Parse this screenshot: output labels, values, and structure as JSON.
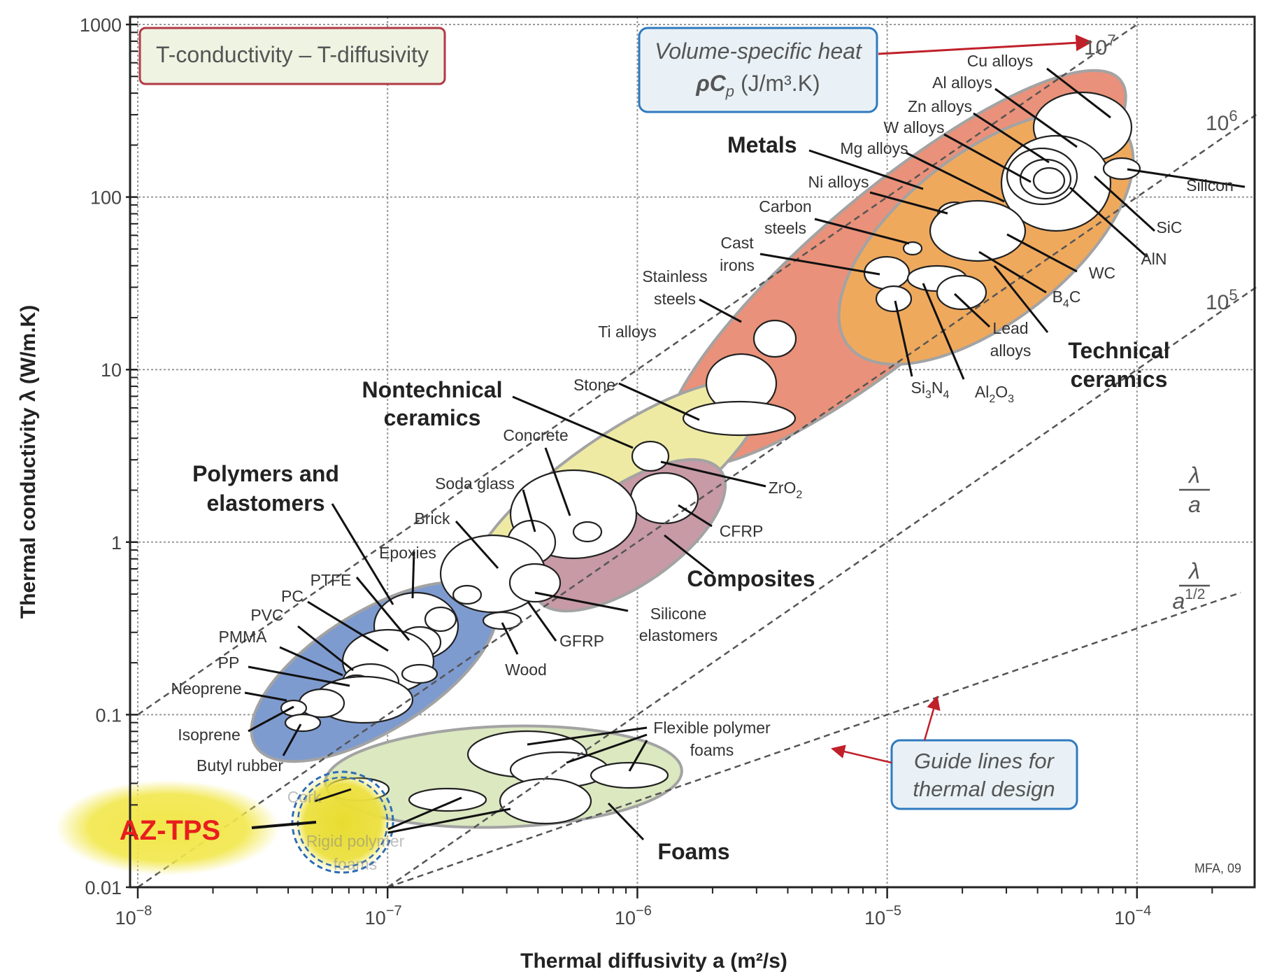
{
  "chart_data": {
    "type": "scatter",
    "x_scale": "log",
    "y_scale": "log",
    "xlim": [
      1e-08,
      0.0003
    ],
    "ylim": [
      0.01,
      1000
    ],
    "grid": true,
    "xlabel": "Thermal diffusivity a (m²/s)",
    "ylabel": "Thermal conductivity λ (W/m.K)",
    "x_ticks": [
      {
        "value": 1e-08,
        "base": "10",
        "exp": "−8"
      },
      {
        "value": 1e-07,
        "base": "10",
        "exp": "−7"
      },
      {
        "value": 1e-06,
        "base": "10",
        "exp": "−6"
      },
      {
        "value": 1e-05,
        "base": "10",
        "exp": "−5"
      },
      {
        "value": 0.0001,
        "base": "10",
        "exp": "−4"
      }
    ],
    "y_ticks": [
      {
        "value": 0.01,
        "label": "0.01"
      },
      {
        "value": 0.1,
        "label": "0.1"
      },
      {
        "value": 1,
        "label": "1"
      },
      {
        "value": 10,
        "label": "10"
      },
      {
        "value": 100,
        "label": "100"
      },
      {
        "value": 1000,
        "label": "1000"
      }
    ],
    "title_box": "T-conductivity – T-diffusivity",
    "heat_box": {
      "line1": "Volume-specific heat",
      "line2": "ρC",
      "sub": "p",
      "line2_units": " (J/m³.K)"
    },
    "guide_box": {
      "line1": "Guide lines for",
      "line2": "thermal design"
    },
    "guide_lines": [
      {
        "label_base": "10",
        "label_exp": "7",
        "product": 10000000.0
      },
      {
        "label_base": "10",
        "label_exp": "6",
        "product": 1000000.0
      },
      {
        "label_base": "10",
        "label_exp": "5",
        "product": 100000.0
      }
    ],
    "guide_eq_1": {
      "num": "λ",
      "den": "a"
    },
    "guide_eq_2": {
      "num": "λ",
      "den": "a",
      "den_exp": "1/2"
    },
    "credit": "MFA, 09",
    "families": [
      {
        "name": "Metals",
        "color": "#e9917a"
      },
      {
        "name": "Technical ceramics",
        "color": "#efa95d"
      },
      {
        "name": "Nontechnical ceramics",
        "color": "#efeaa3"
      },
      {
        "name": "Composites",
        "color": "#c79aa6"
      },
      {
        "name": "Polymers and elastomers",
        "color": "#7e9bd0"
      },
      {
        "name": "Foams",
        "color": "#dbe8c0"
      }
    ],
    "family_labels": {
      "metals": "Metals",
      "tech1": "Technical",
      "tech2": "ceramics",
      "nontech1": "Nontechnical",
      "nontech2": "ceramics",
      "poly1": "Polymers and",
      "poly2": "elastomers",
      "composites": "Composites",
      "foams": "Foams"
    },
    "materials": {
      "cu": "Cu alloys",
      "al": "Al alloys",
      "zn": "Zn alloys",
      "w": "W alloys",
      "mg": "Mg alloys",
      "ni": "Ni alloys",
      "carbon1": "Carbon",
      "carbon2": "steels",
      "cast1": "Cast",
      "cast2": "irons",
      "stainless1": "Stainless",
      "stainless2": "steels",
      "ti": "Ti alloys",
      "silicon": "Silicon",
      "sic": "SiC",
      "aln": "AlN",
      "wc": "WC",
      "b4c_a": "B",
      "b4c_b": "4",
      "b4c_c": "C",
      "lead1": "Lead",
      "lead2": "alloys",
      "si3n4_a": "Si",
      "si3n4_b": "3",
      "si3n4_c": "N",
      "si3n4_d": "4",
      "al2o3_a": "Al",
      "al2o3_b": "2",
      "al2o3_c": "O",
      "al2o3_d": "3",
      "stone": "Stone",
      "concrete": "Concrete",
      "zro2_a": "ZrO",
      "zro2_b": "2",
      "soda": "Soda glass",
      "brick": "Brick",
      "cfrp": "CFRP",
      "silicone1": "Silicone",
      "silicone2": "elastomers",
      "gfrp": "GFRP",
      "wood": "Wood",
      "epoxies": "Epoxies",
      "ptfe": "PTFE",
      "pc": "PC",
      "pvc": "PVC",
      "pmma": "PMMA",
      "pp": "PP",
      "neoprene": "Neoprene",
      "isoprene": "Isoprene",
      "butyl": "Butyl rubber",
      "flexfoam1": "Flexible polymer",
      "flexfoam2": "foams",
      "cork": "Cork",
      "rigid1": "Rigid polymer",
      "rigid2": "foams"
    },
    "annotation": {
      "label": "AZ-TPS",
      "color": "#e81e1e",
      "highlight": "#f2e74b"
    }
  }
}
